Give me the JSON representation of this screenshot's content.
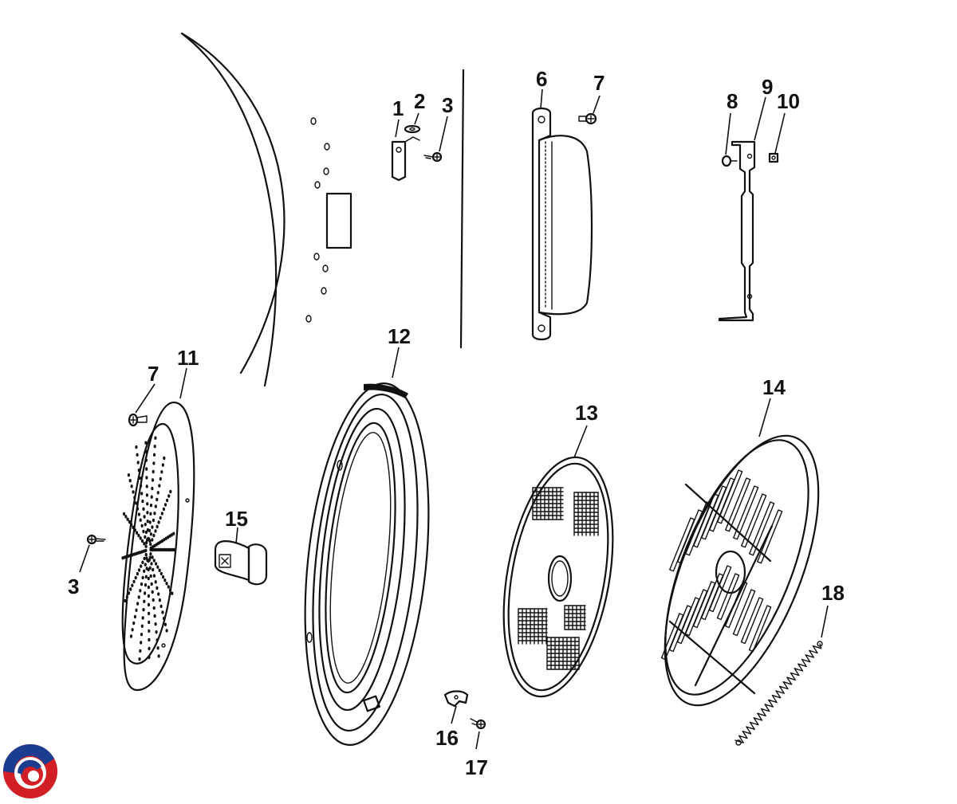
{
  "callouts": {
    "c1": "1",
    "c2": "2",
    "c3a": "3",
    "c3b": "3",
    "c6": "6",
    "c7a": "7",
    "c7b": "7",
    "c8": "8",
    "c9": "9",
    "c10": "10",
    "c11": "11",
    "c12": "12",
    "c13": "13",
    "c14": "14",
    "c15": "15",
    "c16": "16",
    "c17": "17",
    "c18": "18"
  },
  "colors": {
    "ink": "#111111",
    "logo_blue": "#1a3d8f",
    "logo_red": "#d21f26"
  }
}
